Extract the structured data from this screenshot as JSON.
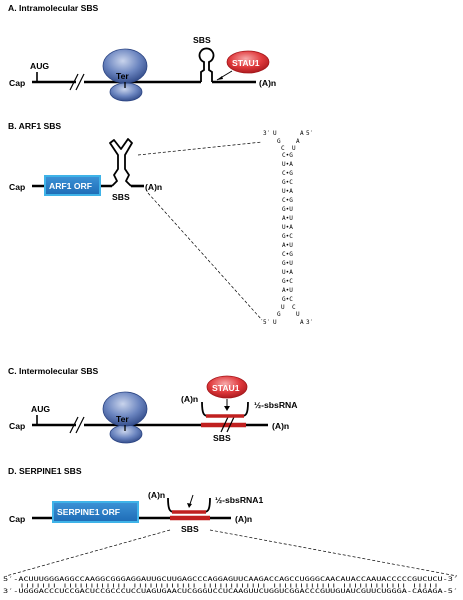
{
  "panels": {
    "a": {
      "title": "A. Intramolecular SBS",
      "cap": "Cap",
      "aug": "AUG",
      "ter": "Ter",
      "sbs": "SBS",
      "stau1": "STAU1",
      "polya": "(A)n"
    },
    "b": {
      "title": "B. ARF1 SBS",
      "cap": "Cap",
      "orf": "ARF1 ORF",
      "sbs": "SBS",
      "polya": "(A)n",
      "hairpin": {
        "top5": "3′",
        "top_left": "U",
        "top_right": "A",
        "top3": "5′",
        "loop": [
          "G",
          "A",
          "C",
          "U"
        ],
        "pairs": [
          "C•G",
          "U•A",
          "C•G",
          "G•C",
          "U•A",
          "C•G",
          "G•U",
          "A•U",
          "U•A",
          "G•C",
          "A•U",
          "C•G",
          "G•U",
          "U•A",
          "G•C",
          "A•U",
          "G•C"
        ],
        "bottom_loop": [
          "U",
          "C",
          "G",
          "U"
        ],
        "bot5": "5′",
        "bot_left": "U",
        "bot_right": "A",
        "bot3": "3′"
      }
    },
    "c": {
      "title": "C. Intermolecular SBS",
      "cap": "Cap",
      "aug": "AUG",
      "ter": "Ter",
      "stau1": "STAU1",
      "polya_top": "(A)n",
      "sbsrna": "½-sbsRNA",
      "sbs": "SBS",
      "polya": "(A)n"
    },
    "d": {
      "title": "D. SERPINE1 SBS",
      "cap": "Cap",
      "orf": "SERPINE1 ORF",
      "polya_top": "(A)n",
      "sbsrna": "½-sbsRNA1",
      "sbs": "SBS",
      "polya": "(A)n",
      "seq_top": "5′-ACUUUGGGAGGCCAAGGCGGGAGGAUUGCUUGAGCCCAGGAGUUCAAGACCAGCCUGGGCAACAUACCAAUACCCCCGUCUCU-3′",
      "seq_bottom": "3′-UGGGACCCUCCGACUCCGCCCUCCUAGUGAACUCGGGUCCUCAAGUUCUGGUCGGACCCGUUGUAUCGUUCUGGGA-CAGAGA-5′"
    }
  },
  "colors": {
    "ter_fill": "#4a67a8",
    "stau_fill": "#d62027",
    "orf_fill": "#2a7fc8",
    "orf_border": "#3fb3e8",
    "sbs_red": "#c0201f",
    "line": "#000000"
  }
}
